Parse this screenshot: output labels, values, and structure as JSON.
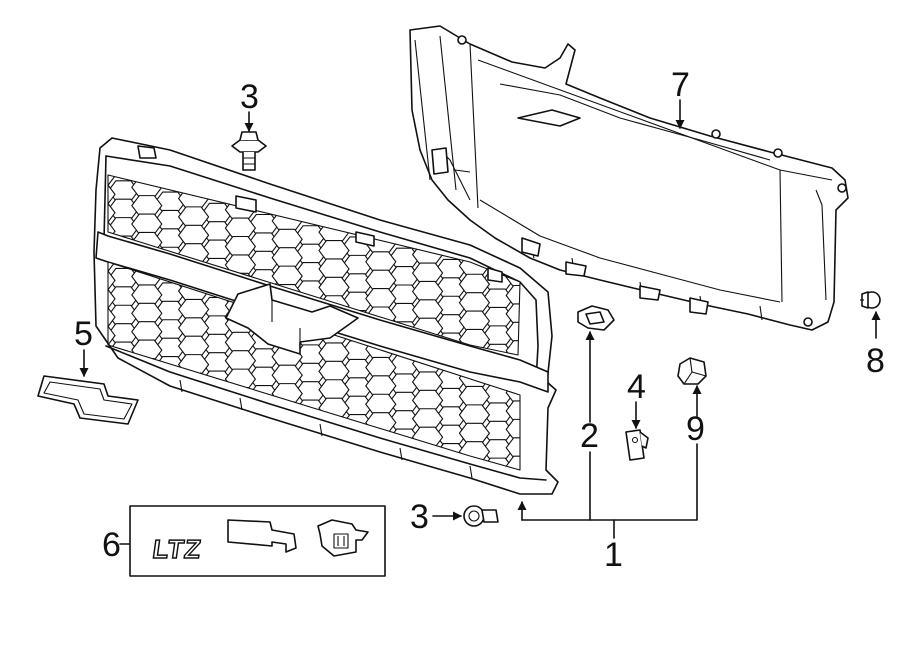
{
  "diagram": {
    "callouts": {
      "c1": "1",
      "c2": "2",
      "c3a": "3",
      "c3b": "3",
      "c4": "4",
      "c5": "5",
      "c6": "6",
      "c7": "7",
      "c8": "8",
      "c9": "9"
    },
    "emblem_text": "LTZ"
  }
}
